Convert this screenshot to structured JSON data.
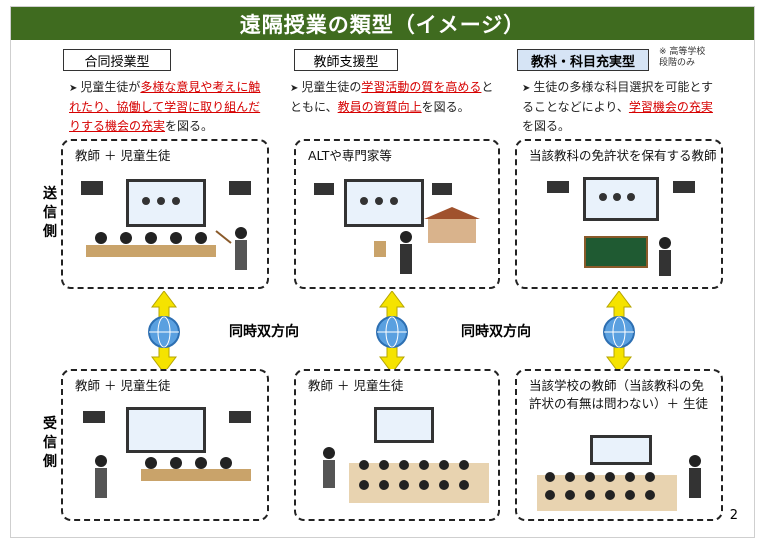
{
  "title": "遠隔授業の類型（イメージ）",
  "types": [
    {
      "label": "合同授業型"
    },
    {
      "label": "教師支援型"
    },
    {
      "label": "教科・科目充実型"
    }
  ],
  "note": "※ 高等学校\n段階のみ",
  "desc1": {
    "p1": "児童生徒が",
    "r1": "多様な意見や考えに",
    "r2": "触れたり、協働して学習に取り組んだりする機会の充実",
    "p2": "を図る。"
  },
  "desc2": {
    "p1": "児童生徒の",
    "r1": "学習活動の質を高める",
    "p2": "とともに、",
    "r2": "教員の資質向上",
    "p3": "を図る。"
  },
  "desc3": {
    "p1": "生徒の多様な科目選択を可能とすることなどにより、",
    "r1": "学習機会の充実",
    "p2": "を図る。"
  },
  "send_label": "送\n信\n側",
  "recv_label": "受\n信\n側",
  "bidir": "同時双方向",
  "boxes": {
    "send1": "教師 ＋ 児童生徒",
    "send2": "ALTや専門家等",
    "send3": "当該教科の免許状を保有する教師",
    "recv1": "教師 ＋ 児童生徒",
    "recv2": "教師 ＋ 児童生徒",
    "recv3": "当該学校の教師（当該教科の免許状の有無は問わない）＋ 生徒"
  },
  "page_number": "2",
  "colors": {
    "title_bg": "#3f6b1f",
    "accent_red": "#d60000",
    "highlight": "#d6e4f5",
    "arrow": "#f5e300"
  }
}
